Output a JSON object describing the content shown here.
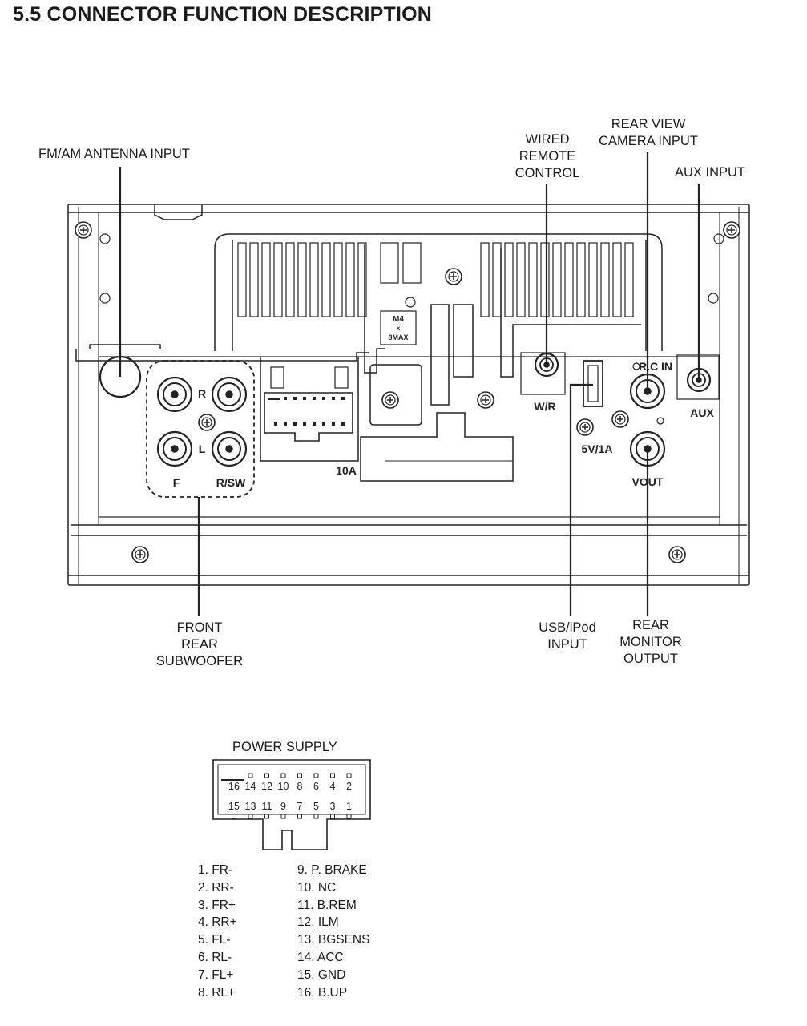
{
  "heading": "5.5  CONNECTOR FUNCTION DESCRIPTION",
  "callouts": {
    "fm_am": "FM/AM ANTENNA INPUT",
    "wired_remote": [
      "WIRED",
      "REMOTE",
      "CONTROL"
    ],
    "rear_view_camera": [
      "REAR VIEW",
      "CAMERA INPUT"
    ],
    "aux_input": "AUX INPUT",
    "front_rear_sub": [
      "FRONT",
      "REAR",
      "SUBWOOFER"
    ],
    "usb_ipod": [
      "USB/iPod",
      "INPUT"
    ],
    "rear_monitor": [
      "REAR",
      "MONITOR",
      "OUTPUT"
    ]
  },
  "panel_marks": {
    "r": "R",
    "l": "L",
    "f": "F",
    "rsw": "R/SW",
    "fuse": "10A",
    "wr": "W/R",
    "usb_rating": "5V/1A",
    "rcin": "R.C IN",
    "vout": "VOUT",
    "aux": "AUX",
    "screw_m4": "M4",
    "screw_x": "x",
    "screw_len": "8MAX"
  },
  "power_supply": {
    "title": "POWER SUPPLY",
    "top_row": [
      "16",
      "14",
      "12",
      "10",
      "8",
      "6",
      "4",
      "2"
    ],
    "bottom_row": [
      "15",
      "13",
      "11",
      "9",
      "7",
      "5",
      "3",
      "1"
    ]
  },
  "pin_list_left": [
    "1. FR-",
    "2. RR-",
    "3. FR+",
    "4. RR+",
    "5. FL-",
    "6. RL-",
    "7. FL+",
    "8. RL+"
  ],
  "pin_list_right": [
    "9. P. BRAKE",
    "10. NC",
    "11. B.REM",
    "12. ILM",
    "13. BGSENS",
    "14. ACC",
    "15. GND",
    "16. B.UP"
  ]
}
